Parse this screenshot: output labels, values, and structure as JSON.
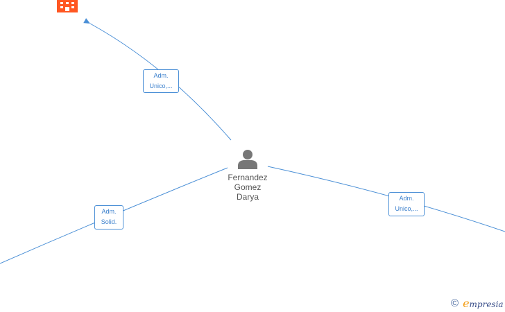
{
  "center": {
    "name_lines": [
      "Fernandez",
      "Gomez",
      "Darya"
    ],
    "icon": "person-icon"
  },
  "company": {
    "icon": "building-icon",
    "color": "#ff5722"
  },
  "relations": [
    {
      "lines": [
        "Adm.",
        "Unico,..."
      ]
    },
    {
      "lines": [
        "Adm.",
        "Solid."
      ]
    },
    {
      "lines": [
        "Adm.",
        "Unico,..."
      ]
    }
  ],
  "footer": {
    "copyright_icon": "copyright-icon",
    "brand_initial": "e",
    "brand_rest": "mpresia"
  },
  "colors": {
    "edge": "#4a8fd6",
    "person": "#777777",
    "company": "#ff5722",
    "brand_initial": "#f39c12",
    "brand_text": "#3a4f8a"
  }
}
